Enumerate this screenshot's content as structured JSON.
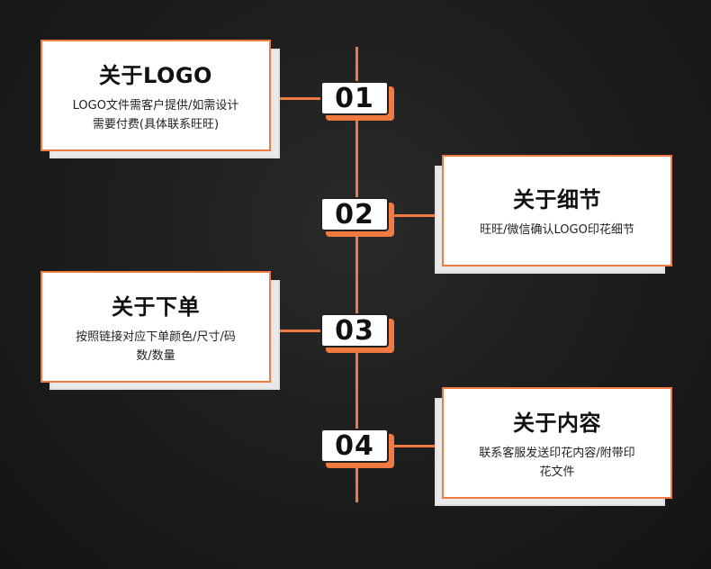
{
  "colors": {
    "accent": "#f07a3f",
    "card_bg": "#ffffff",
    "background": "#1c1c1c"
  },
  "steps": [
    {
      "number": "01",
      "title": "关于LOGO",
      "desc_line1": "LOGO文件需客户提供/如需设计",
      "desc_line2": "需要付费(具体联系旺旺)"
    },
    {
      "number": "02",
      "title": "关于细节",
      "desc_line1": "旺旺/微信确认LOGO印花细节",
      "desc_line2": ""
    },
    {
      "number": "03",
      "title": "关于下单",
      "desc_line1": "按照链接对应下单颜色/尺寸/码",
      "desc_line2": "数/数量"
    },
    {
      "number": "04",
      "title": "关于内容",
      "desc_line1": "联系客服发送印花内容/附带印",
      "desc_line2": "花文件"
    }
  ]
}
